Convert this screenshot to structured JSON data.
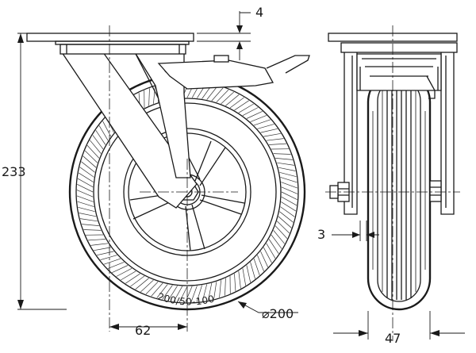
{
  "dimensions": {
    "plate_thickness": "4",
    "overall_height": "233",
    "offset": "62",
    "wheel_diameter": "⌀200",
    "bearing_gap": "3",
    "wheel_width": "47"
  },
  "tyre_marking": "200/50-100"
}
